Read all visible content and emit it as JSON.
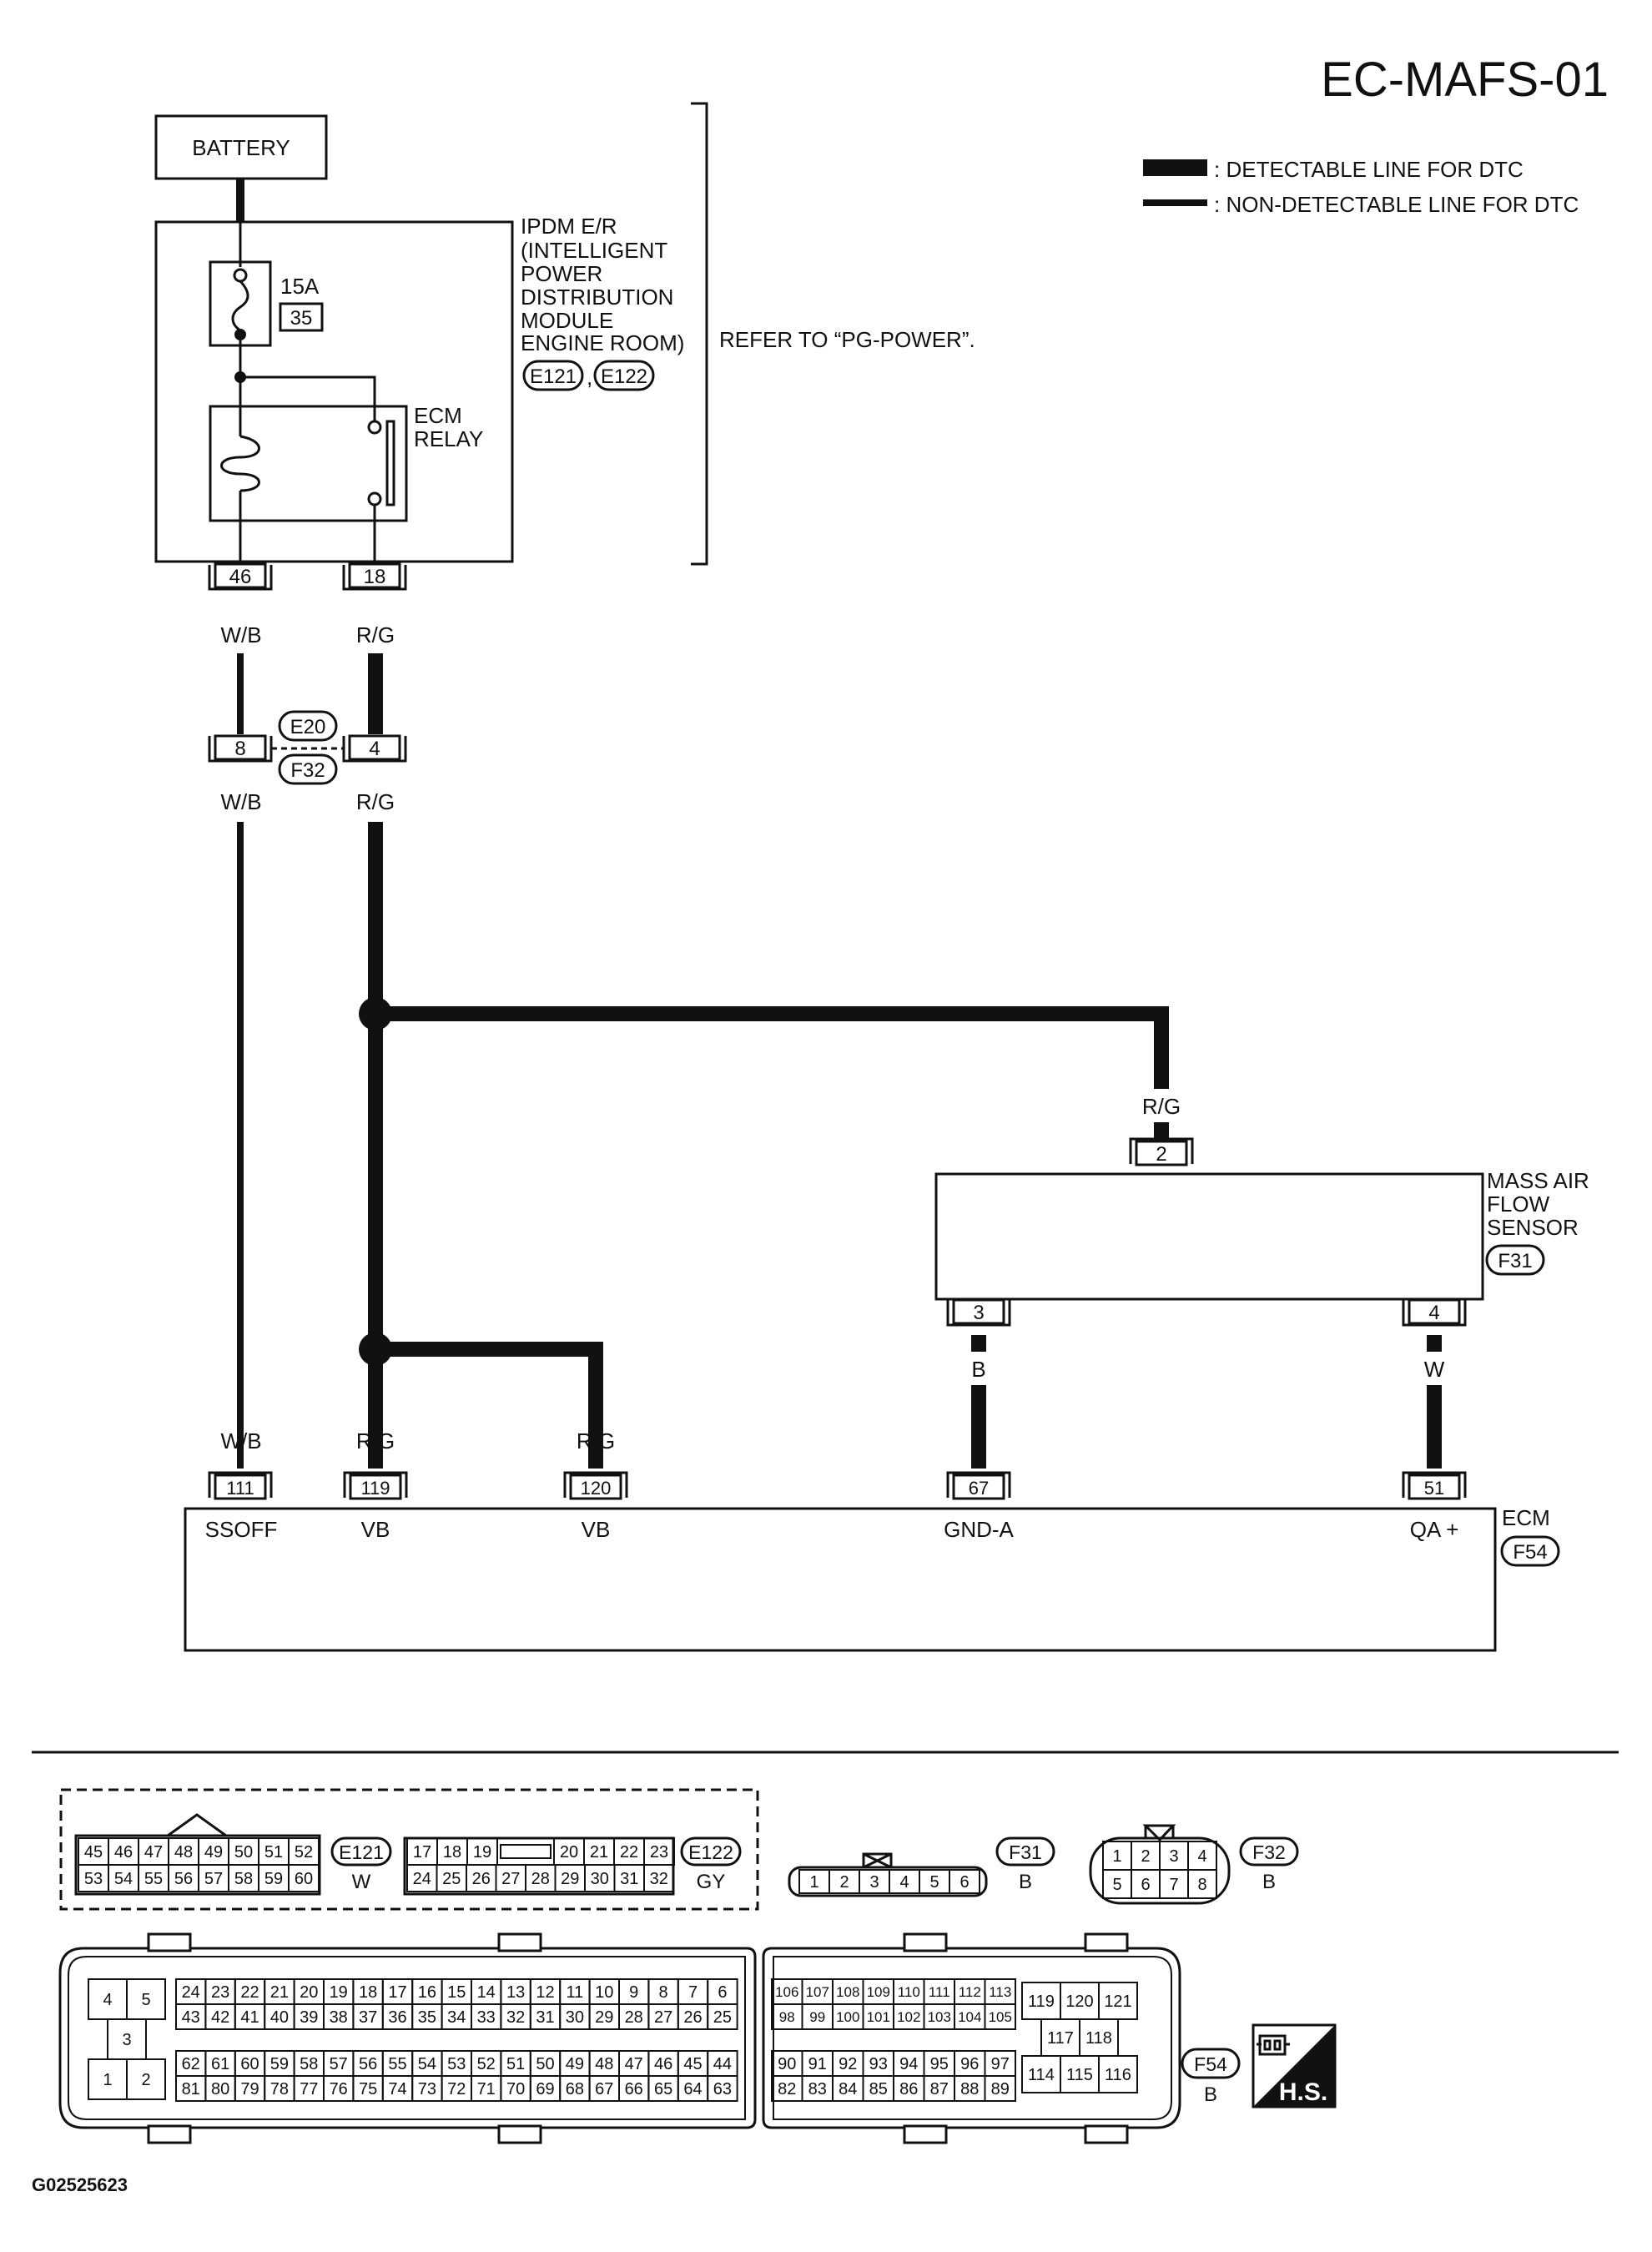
{
  "page_id": "EC-MAFS-01",
  "figure_id": "G02525623",
  "legend": {
    "detectable": ": DETECTABLE LINE FOR DTC",
    "non_detectable": ": NON-DETECTABLE LINE FOR DTC"
  },
  "battery": "BATTERY",
  "ipdm": {
    "lines": [
      "IPDM E/R",
      "(INTELLIGENT",
      "POWER",
      "DISTRIBUTION",
      "MODULE",
      "ENGINE ROOM)"
    ],
    "connectors": [
      "E121",
      "E122"
    ],
    "fuse_rating": "15A",
    "fuse_number": "35",
    "relay_lines": [
      "ECM",
      "RELAY"
    ],
    "refer": "REFER TO “PG-POWER”.",
    "pins": [
      "46",
      "18"
    ]
  },
  "joint": {
    "pins": [
      "8",
      "4"
    ],
    "connectors": [
      "E20",
      "F32"
    ]
  },
  "wires": {
    "wb": "W/B",
    "rg": "R/G",
    "b": "B",
    "w": "W"
  },
  "maf": {
    "lines": [
      "MASS AIR",
      "FLOW",
      "SENSOR"
    ],
    "connector": "F31",
    "pins": [
      "2",
      "3",
      "4"
    ]
  },
  "ecm": {
    "label": "ECM",
    "connector": "F54",
    "pins": [
      "111",
      "119",
      "120",
      "67",
      "51"
    ],
    "terminals": [
      "SSOFF",
      "VB",
      "VB",
      "GND-A",
      "QA +"
    ]
  },
  "connector_views": {
    "e121": {
      "id": "E121",
      "color": "W",
      "row1": [
        "45",
        "46",
        "47",
        "48",
        "49",
        "50",
        "51",
        "52"
      ],
      "row2": [
        "53",
        "54",
        "55",
        "56",
        "57",
        "58",
        "59",
        "60"
      ]
    },
    "e122": {
      "id": "E122",
      "color": "GY",
      "row1a": [
        "17",
        "18",
        "19"
      ],
      "row1b": [
        "20",
        "21",
        "22",
        "23"
      ],
      "row2": [
        "24",
        "25",
        "26",
        "27",
        "28",
        "29",
        "30",
        "31",
        "32"
      ]
    },
    "f31": {
      "id": "F31",
      "color": "B",
      "pins": [
        "1",
        "2",
        "3",
        "4",
        "5",
        "6"
      ]
    },
    "f32": {
      "id": "F32",
      "color": "B",
      "row1": [
        "1",
        "2",
        "3",
        "4"
      ],
      "row2": [
        "5",
        "6",
        "7",
        "8"
      ]
    },
    "f54": {
      "id": "F54",
      "color": "B",
      "left_block": [
        "4",
        "5",
        "3",
        "1",
        "2"
      ],
      "mid_r1": [
        "24",
        "23",
        "22",
        "21",
        "20",
        "19",
        "18",
        "17",
        "16",
        "15",
        "14",
        "13",
        "12",
        "11",
        "10",
        "9",
        "8",
        "7",
        "6"
      ],
      "mid_r2": [
        "43",
        "42",
        "41",
        "40",
        "39",
        "38",
        "37",
        "36",
        "35",
        "34",
        "33",
        "32",
        "31",
        "30",
        "29",
        "28",
        "27",
        "26",
        "25"
      ],
      "mid_r3": [
        "62",
        "61",
        "60",
        "59",
        "58",
        "57",
        "56",
        "55",
        "54",
        "53",
        "52",
        "51",
        "50",
        "49",
        "48",
        "47",
        "46",
        "45",
        "44"
      ],
      "mid_r4": [
        "81",
        "80",
        "79",
        "78",
        "77",
        "76",
        "75",
        "74",
        "73",
        "72",
        "71",
        "70",
        "69",
        "68",
        "67",
        "66",
        "65",
        "64",
        "63"
      ],
      "right_r1": [
        "106",
        "107",
        "108",
        "109",
        "110",
        "111",
        "112",
        "113"
      ],
      "right_r2": [
        "98",
        "99",
        "100",
        "101",
        "102",
        "103",
        "104",
        "105"
      ],
      "right_r3": [
        "90",
        "91",
        "92",
        "93",
        "94",
        "95",
        "96",
        "97"
      ],
      "right_r4": [
        "82",
        "83",
        "84",
        "85",
        "86",
        "87",
        "88",
        "89"
      ],
      "far_r1": [
        "119",
        "120",
        "121"
      ],
      "far_r2": [
        "117",
        "118"
      ],
      "far_r3": [
        "114",
        "115",
        "116"
      ]
    }
  },
  "hs_badge": "H.S."
}
